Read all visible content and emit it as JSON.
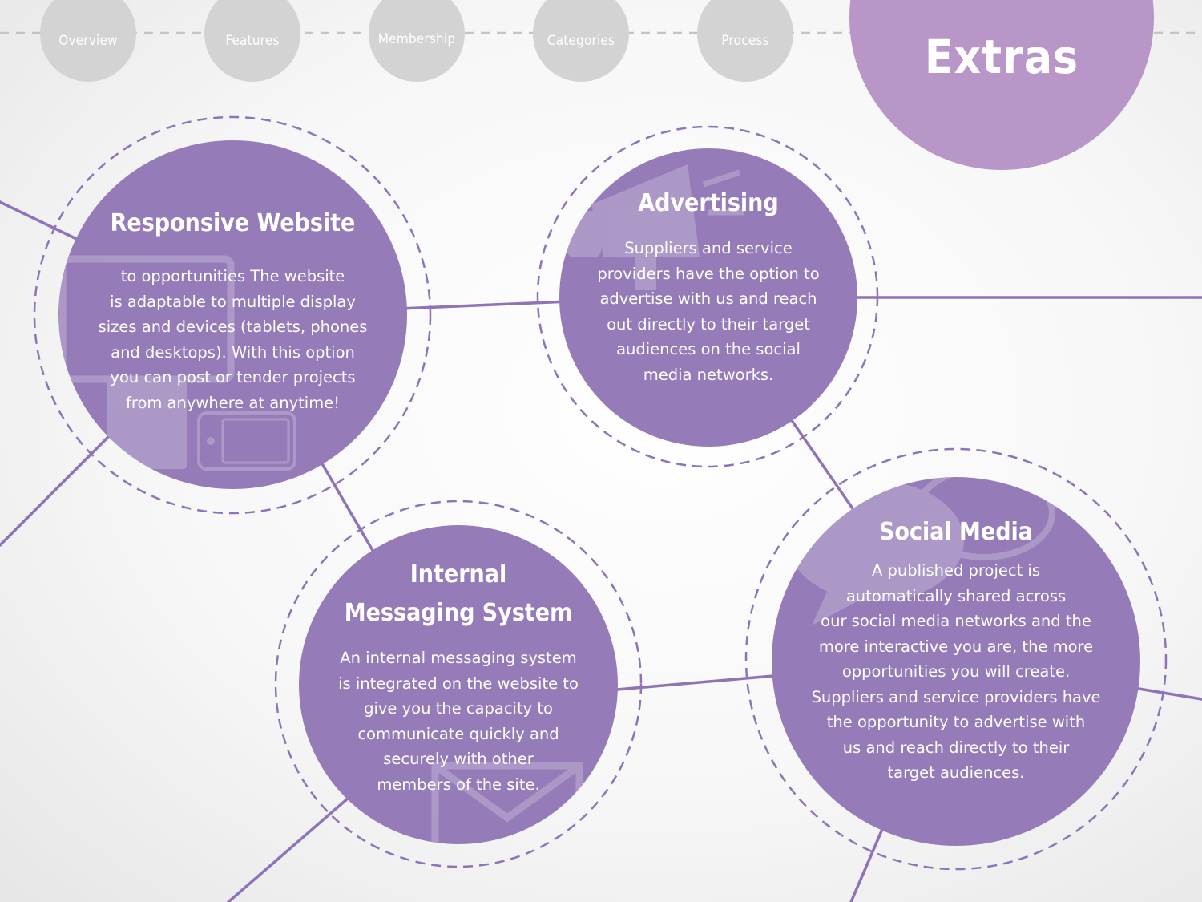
{
  "nav": {
    "items": [
      {
        "label": "Overview"
      },
      {
        "label": "Features"
      },
      {
        "label": "Membership"
      },
      {
        "label": "Categories"
      },
      {
        "label": "Process"
      }
    ],
    "current": {
      "label": "Extras"
    }
  },
  "features": {
    "responsive": {
      "title": "Responsive Website",
      "lines": [
        "to opportunities The website",
        "is adaptable to multiple display",
        "sizes and devices (tablets, phones",
        "and desktops). With this option",
        "you can post or tender projects",
        "from anywhere at anytime!"
      ]
    },
    "advertising": {
      "title": "Advertising",
      "lines": [
        "Suppliers and service",
        "providers have the option to",
        "advertise with us and reach",
        "out directly to their target",
        "audiences on the social",
        "media networks."
      ]
    },
    "messaging": {
      "title_lines": [
        "Internal",
        "Messaging System"
      ],
      "lines": [
        "An internal messaging system",
        "is integrated on the website to",
        "give you the capacity to",
        "communicate quickly and",
        "securely with other",
        "members of the site."
      ]
    },
    "social": {
      "title": "Social Media",
      "lines": [
        "A published project is",
        "automatically shared across",
        "our social media networks and the",
        "more interactive you are, the more",
        "opportunities you will create.",
        "Suppliers and service providers have",
        "the opportunity to advertise with",
        "us and reach directly to their",
        "target audiences."
      ]
    }
  },
  "colors": {
    "feature_fill": "#957cb8",
    "connector": "#8e73b8",
    "dashed_ring": "#8e73b8",
    "nav_inactive": "#d3d3d3",
    "nav_active": "#b897c8",
    "nav_dash": "#c4c4c4"
  },
  "icons": {
    "responsive": "devices-icon",
    "advertising": "megaphone-icon",
    "messaging": "envelope-icon",
    "social": "speech-bubbles-icon"
  }
}
